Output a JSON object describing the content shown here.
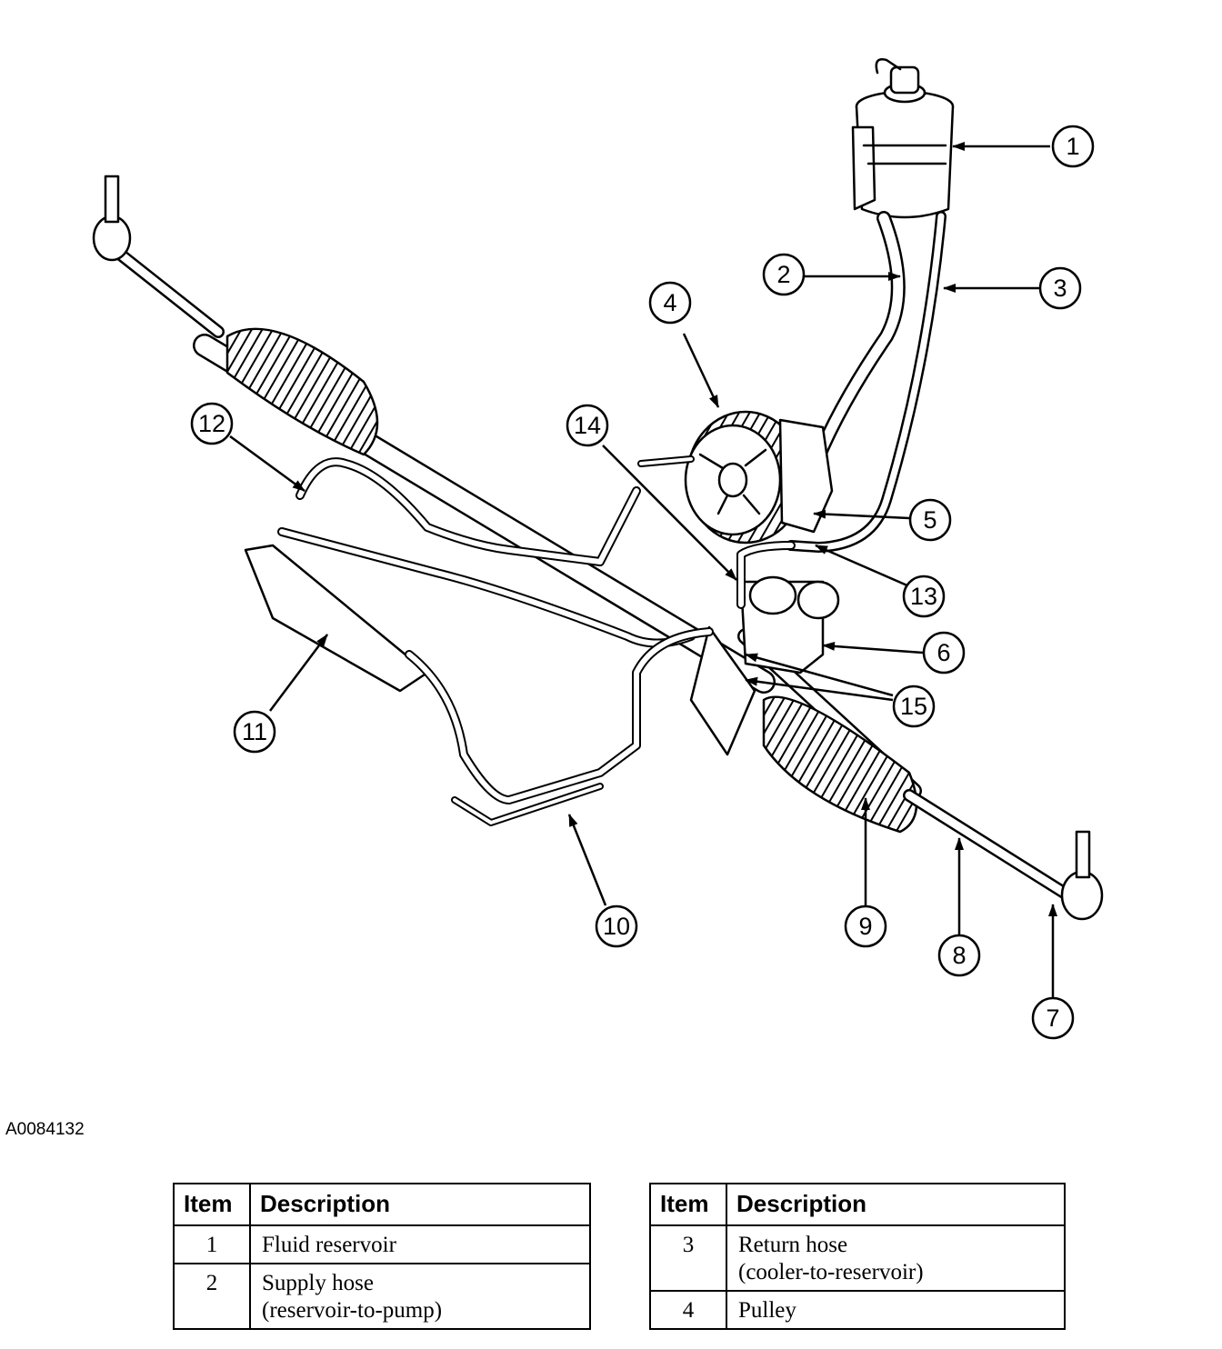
{
  "figure_id": "A0084132",
  "callouts": [
    "1",
    "2",
    "3",
    "4",
    "5",
    "6",
    "7",
    "8",
    "9",
    "10",
    "11",
    "12",
    "13",
    "14",
    "15"
  ],
  "tables": [
    {
      "headers": [
        "Item",
        "Description"
      ],
      "rows": [
        {
          "item": "1",
          "lines": [
            "Fluid reservoir"
          ]
        },
        {
          "item": "2",
          "lines": [
            "Supply hose",
            "(reservoir-to-pump)"
          ]
        }
      ]
    },
    {
      "headers": [
        "Item",
        "Description"
      ],
      "rows": [
        {
          "item": "3",
          "lines": [
            "Return hose",
            "(cooler-to-reservoir)"
          ]
        },
        {
          "item": "4",
          "lines": [
            "Pulley"
          ]
        }
      ]
    }
  ]
}
